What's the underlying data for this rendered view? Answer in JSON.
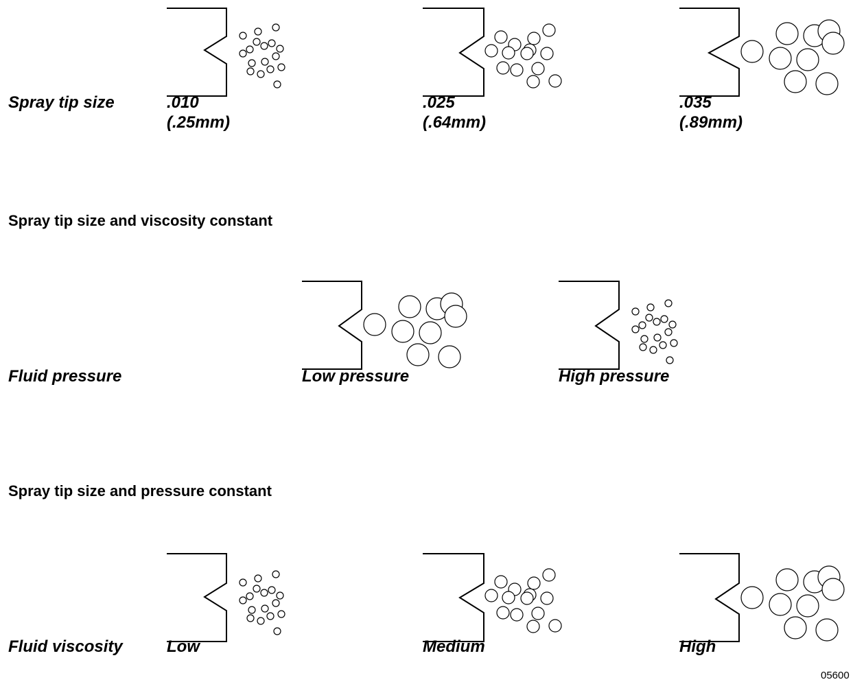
{
  "rows": [
    {
      "row_label": "Spray tip size",
      "items": [
        {
          "label_line1": ".010",
          "label_line2": "(.25mm)",
          "droplet_size": "small"
        },
        {
          "label_line1": ".025",
          "label_line2": "(.64mm)",
          "droplet_size": "medium"
        },
        {
          "label_line1": ".035",
          "label_line2": "(.89mm)",
          "droplet_size": "large"
        }
      ]
    },
    {
      "heading": "Spray tip size and viscosity constant",
      "row_label": "Fluid pressure",
      "items": [
        {
          "label_line1": "Low pressure",
          "droplet_size": "large"
        },
        {
          "label_line1": "High pressure",
          "droplet_size": "small"
        }
      ]
    },
    {
      "heading": "Spray tip size and pressure constant",
      "row_label": "Fluid viscosity",
      "items": [
        {
          "label_line1": "Low",
          "droplet_size": "small"
        },
        {
          "label_line1": "Medium",
          "droplet_size": "medium"
        },
        {
          "label_line1": "High",
          "droplet_size": "large"
        }
      ]
    }
  ],
  "figure_number": "05600"
}
